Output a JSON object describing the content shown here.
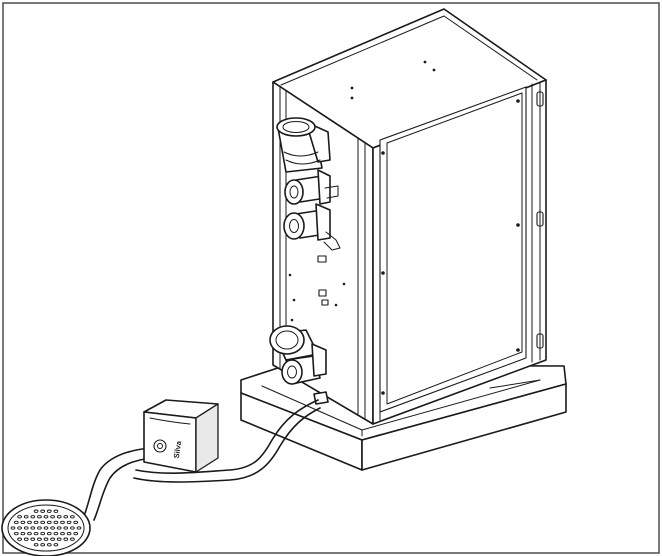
{
  "figure": {
    "kind": "technical-line-drawing",
    "subject": "boiler-unit-with-condensate-pump",
    "colors": {
      "line": "#1a1a1a",
      "background": "#ffffff",
      "frame": "#4d4d4d"
    },
    "parts": [
      "frame-border",
      "boiler-cabinet",
      "cabinet-side-panel",
      "top-flue-outlet",
      "pipe-flange-upper",
      "pipe-flange-middle",
      "pipe-flange-lower",
      "base-plinth",
      "condensate-pump-box",
      "drain-hose",
      "floor-drain-grate"
    ],
    "pump_label": "Silva"
  }
}
